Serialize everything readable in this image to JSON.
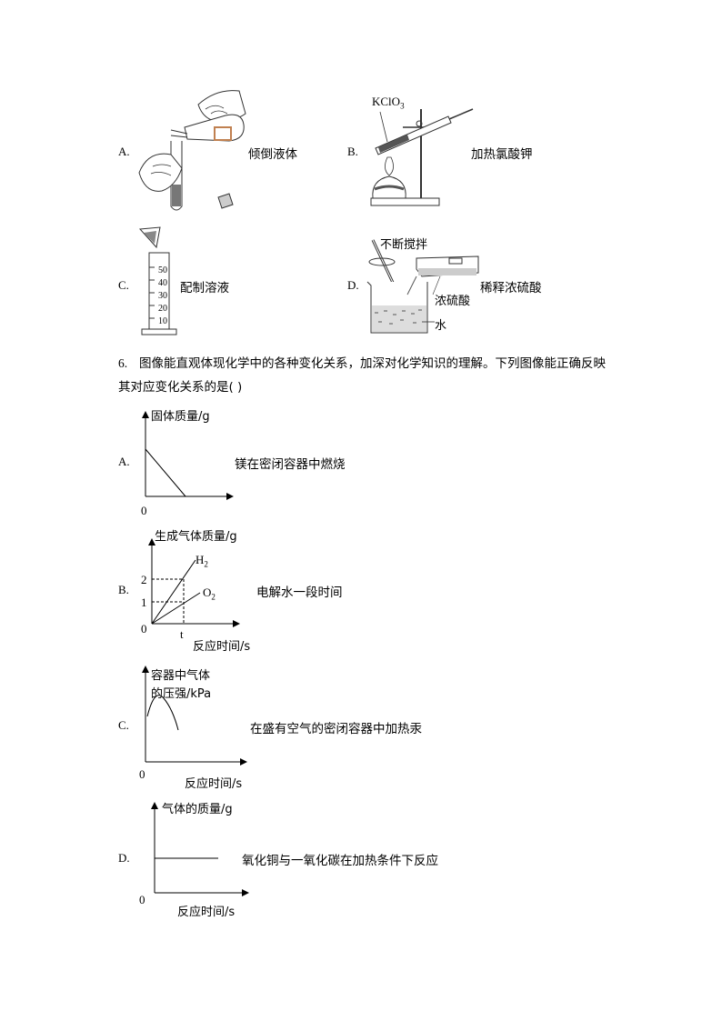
{
  "q5": {
    "optA": {
      "letter": "A.",
      "caption": "倾倒液体"
    },
    "optB": {
      "letter": "B.",
      "caption": "加热氯酸钾",
      "reagent": "KClO",
      "reagent_sub": "3"
    },
    "optC": {
      "letter": "C.",
      "caption": "配制溶液",
      "ticks": [
        "50",
        "40",
        "30",
        "20",
        "10"
      ]
    },
    "optD": {
      "letter": "D.",
      "caption": "稀释浓硫酸",
      "stir_label": "不断搅拌",
      "acid_label": "浓硫酸",
      "water_label": "水"
    }
  },
  "q6": {
    "number": "6.",
    "stem_line1": "图像能直观体现化学中的各种变化关系，加深对化学知识的理解。下列图像能正确反映",
    "stem_line2": "其对应变化关系的是(    )",
    "options": [
      {
        "letter": "A.",
        "caption": "镁在密闭容器中燃烧",
        "ylabel": "固体质量/g",
        "origin": "0"
      },
      {
        "letter": "B.",
        "caption": "电解水一段时间",
        "ylabel": "生成气体质量/g",
        "xlabel": "反应时间/s",
        "origin": "0",
        "tick_y2": "2",
        "tick_y1": "1",
        "tick_t": "t",
        "h2": "H",
        "h2_sub": "2",
        "o2": "O",
        "o2_sub": "2"
      },
      {
        "letter": "C.",
        "caption": "在盛有空气的密闭容器中加热汞",
        "ylabel_line1": "容器中气体",
        "ylabel_line2": "的压强/kPa",
        "xlabel": "反应时间/s",
        "origin": "0"
      },
      {
        "letter": "D.",
        "caption": "氧化铜与一氧化碳在加热条件下反应",
        "ylabel": "气体的质量/g",
        "xlabel": "反应时间/s",
        "origin": "0"
      }
    ]
  }
}
